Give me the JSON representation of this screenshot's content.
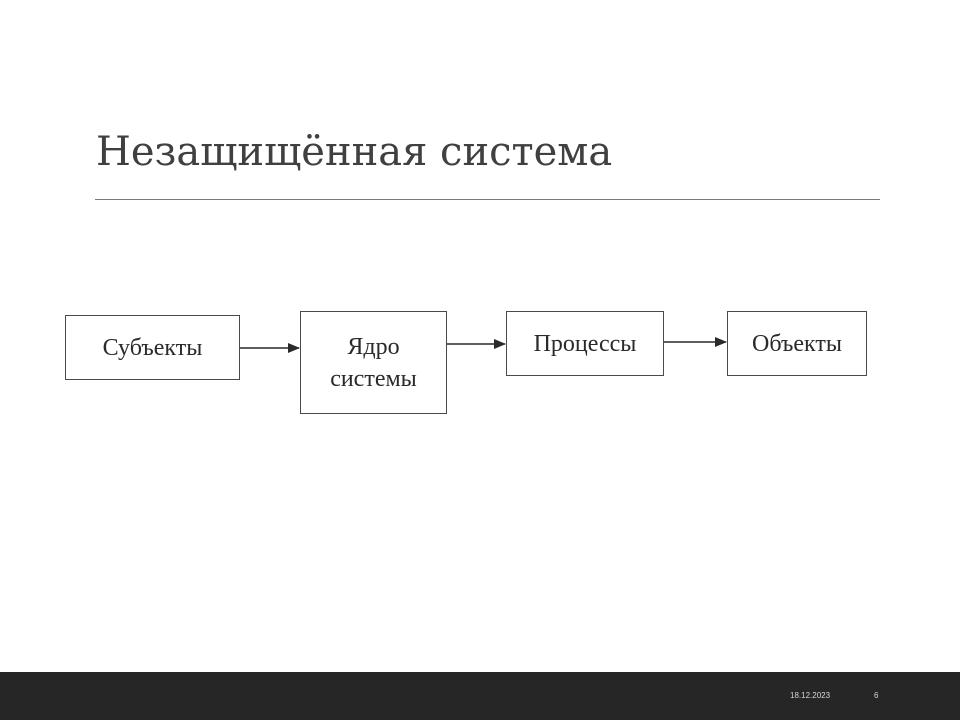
{
  "slide": {
    "title": "Незащищённая система"
  },
  "diagram": {
    "nodes": [
      {
        "id": "subjects",
        "label": "Субъекты"
      },
      {
        "id": "kernel",
        "label": "Ядро\nсистемы"
      },
      {
        "id": "processes",
        "label": "Процессы"
      },
      {
        "id": "objects",
        "label": "Объекты"
      }
    ],
    "edges": [
      {
        "from": "subjects",
        "to": "kernel"
      },
      {
        "from": "kernel",
        "to": "processes"
      },
      {
        "from": "processes",
        "to": "objects"
      }
    ]
  },
  "footer": {
    "date": "18.12.2023",
    "page_number": "6"
  },
  "colors": {
    "footer_background": "#262626",
    "title_text": "#404040",
    "box_border": "#4a4a4a"
  }
}
